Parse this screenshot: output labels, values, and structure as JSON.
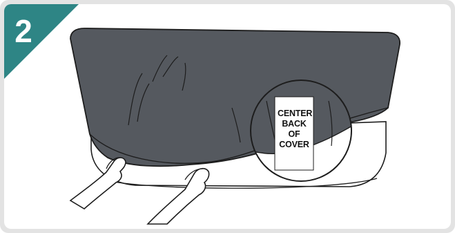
{
  "step": {
    "number": "2",
    "badge_color": "#2e8585"
  },
  "tag": {
    "lines": [
      "CENTER",
      "BACK",
      "OF",
      "COVER"
    ]
  },
  "colors": {
    "cover": "#55595f",
    "cover_outline": "#1d1d1d",
    "panel_border": "#e3e3e3",
    "background": "#ffffff"
  },
  "illustration": {
    "subject": "hands-pulling-cover-over-hot-tub",
    "inset": "magnified-cover-tag"
  }
}
